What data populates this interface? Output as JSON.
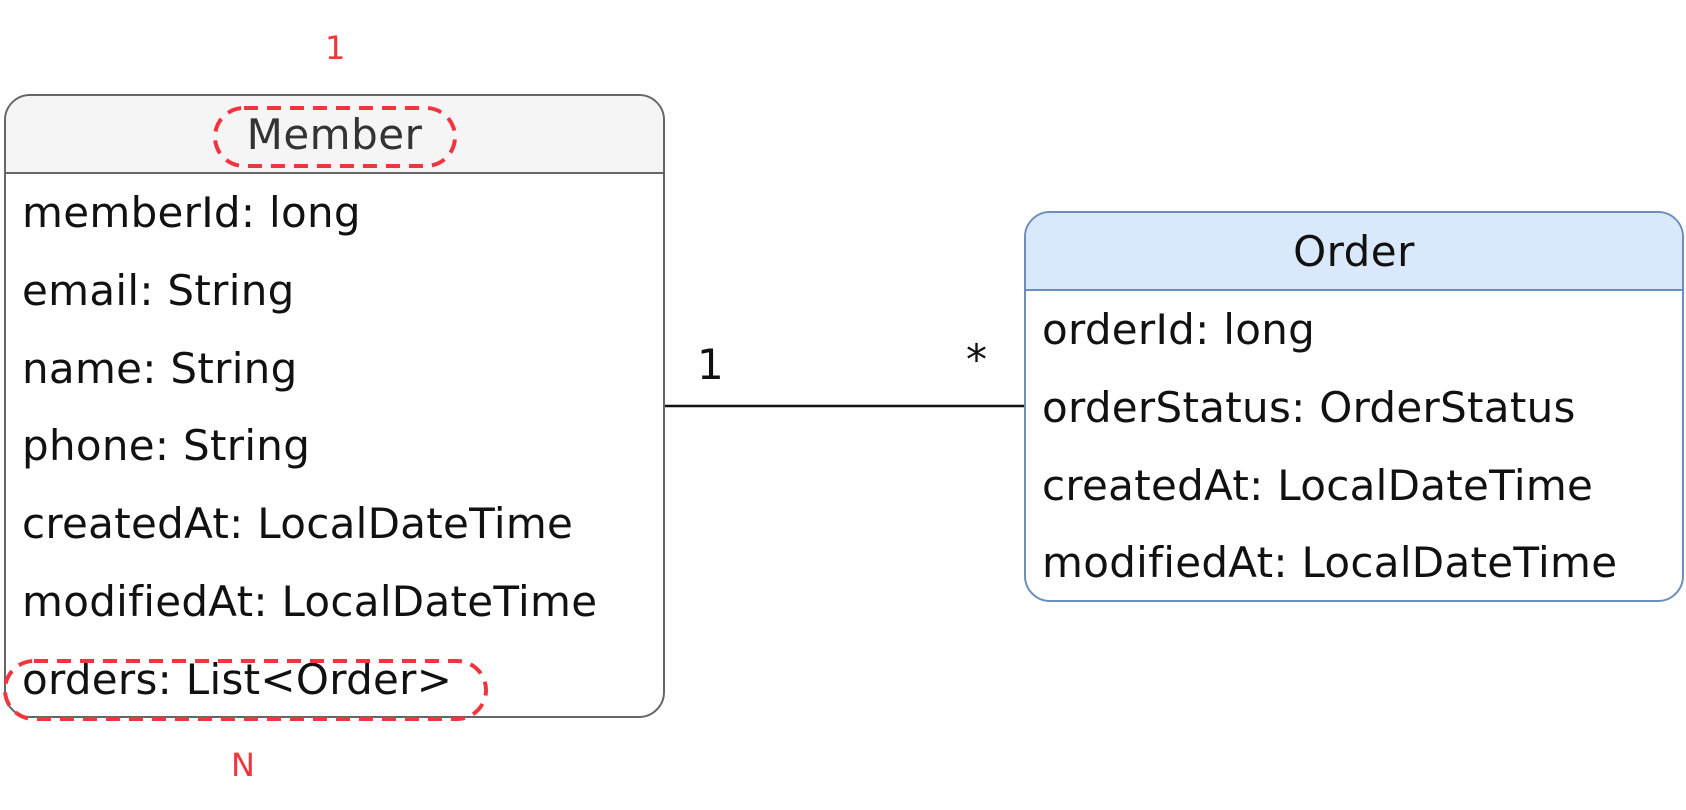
{
  "member": {
    "name": "Member",
    "attributes": [
      "memberId: long",
      "email: String",
      "name: String",
      "phone: String",
      "createdAt: LocalDateTime",
      "modifiedAt: LocalDateTime",
      "orders: List<Order>"
    ],
    "border_color": "#666666",
    "header_fill": "#f5f5f5"
  },
  "order": {
    "name": "Order",
    "attributes": [
      "orderId: long",
      "orderStatus: OrderStatus",
      "createdAt: LocalDateTime",
      "modifiedAt: LocalDateTime"
    ],
    "border_color": "#6c8ebf",
    "header_fill": "#dae8fc"
  },
  "association": {
    "source_multiplicity": "1",
    "target_multiplicity": "*"
  },
  "annotations": {
    "class_note": "1",
    "field_note": "N",
    "highlight_color": "#f0353f",
    "highlight_style": "dashed"
  }
}
